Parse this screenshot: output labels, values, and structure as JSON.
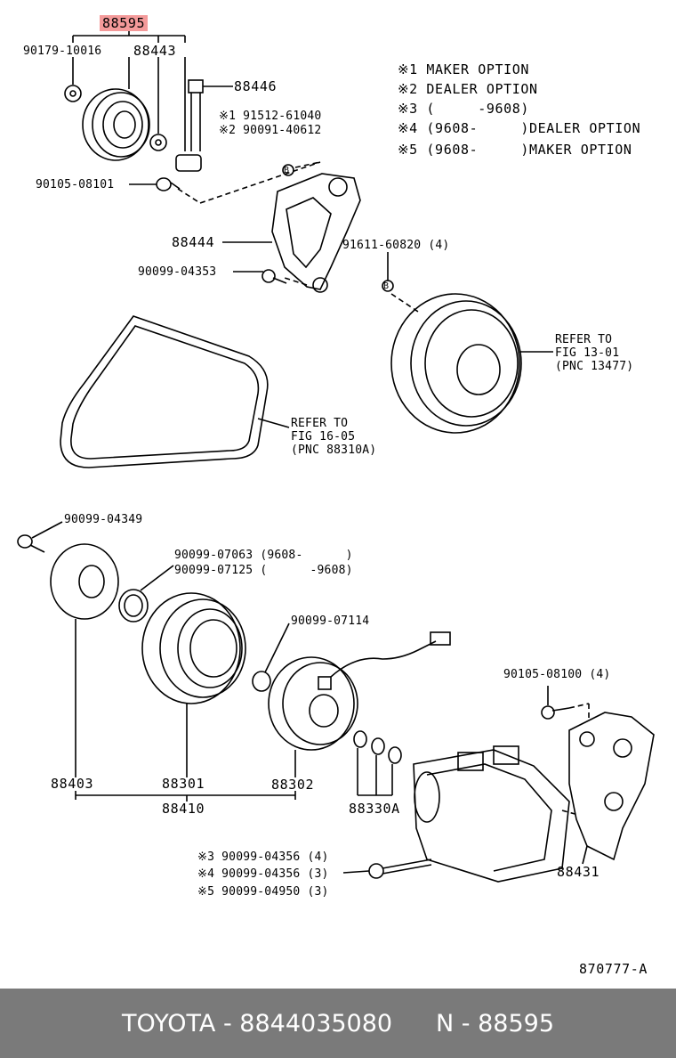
{
  "diagram": {
    "highlight_part": "88595",
    "notes": [
      "※1 MAKER OPTION",
      "※2 DEALER OPTION",
      "※3 (     -9608)",
      "※4 (9608-     )DEALER OPTION",
      "※5 (9608-     )MAKER OPTION"
    ],
    "labels": {
      "p90179": "90179-10016",
      "p88443": "88443",
      "p88446": "88446",
      "opt1": "※1 91512-61040",
      "opt2": "※2 90091-40612",
      "p90105a": "90105-08101",
      "p88444": "88444",
      "p91611": "91611-60820 (4)",
      "p90099_04353": "90099-04353",
      "refer1301": "REFER TO\nFIG 13-01\n(PNC 13477)",
      "refer1605": "REFER TO\nFIG 16-05\n(PNC 88310A)",
      "p90099_04349": "90099-04349",
      "p90099_07063": "90099-07063 (9608-      )",
      "p90099_07125": "90099-07125 (      -9608)",
      "p90099_07114": "90099-07114",
      "p90105b": "90105-08100 (4)",
      "p88403": "88403",
      "p88301": "88301",
      "p88302": "88302",
      "p88410": "88410",
      "p88330A": "88330A",
      "p88431": "88431",
      "opt3": "※3 90099-04356 (4)",
      "opt4": "※4 90099-04356 (3)",
      "opt5": "※5 90099-04950 (3)",
      "bolt_tag_b1": "B",
      "bolt_tag_b2": "B",
      "figure_code": "870777-A"
    }
  },
  "footer": {
    "left": "TOYOTA - 8844035080",
    "right": "N - 88595"
  }
}
